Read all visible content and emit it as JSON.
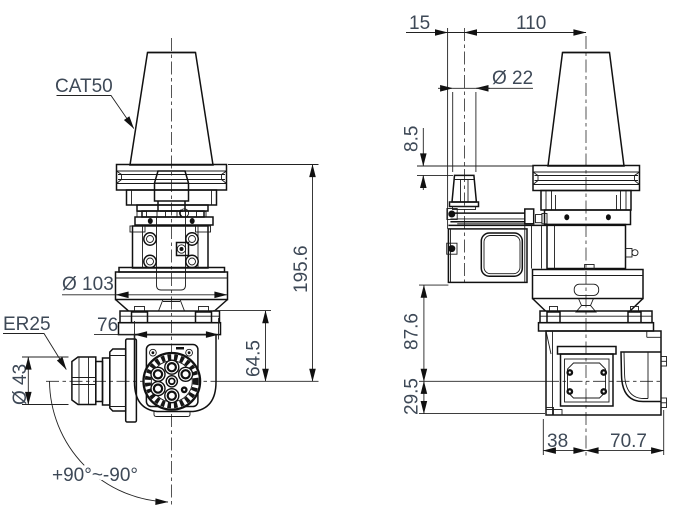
{
  "drawing": {
    "type": "cad-2d-dimensioned-drawing",
    "subject": "90-degree angle head tool holder, two orthographic views",
    "colors": {
      "line": "#111111",
      "dim_text": "#3c4758",
      "background": "#ffffff"
    },
    "front_view": {
      "callouts": {
        "taper": "CAT50",
        "collet": "ER25"
      },
      "dimensions": {
        "flange_diameter": "Ø 103",
        "head_width": "76",
        "collet_nut_diameter": "Ø 43",
        "flange_to_axis": "64.5",
        "gauge_to_axis": "195.6",
        "swivel_range": "+90°~-90°"
      }
    },
    "side_view": {
      "dimensions": {
        "pin_offset": "15",
        "pin_to_spindle_axis": "110",
        "pin_diameter": "Ø 22",
        "pin_height": "8.5",
        "bracket_to_axis": "87.6",
        "axis_to_base": "29.5",
        "base_front": "38",
        "base_rear": "70.7"
      }
    }
  }
}
